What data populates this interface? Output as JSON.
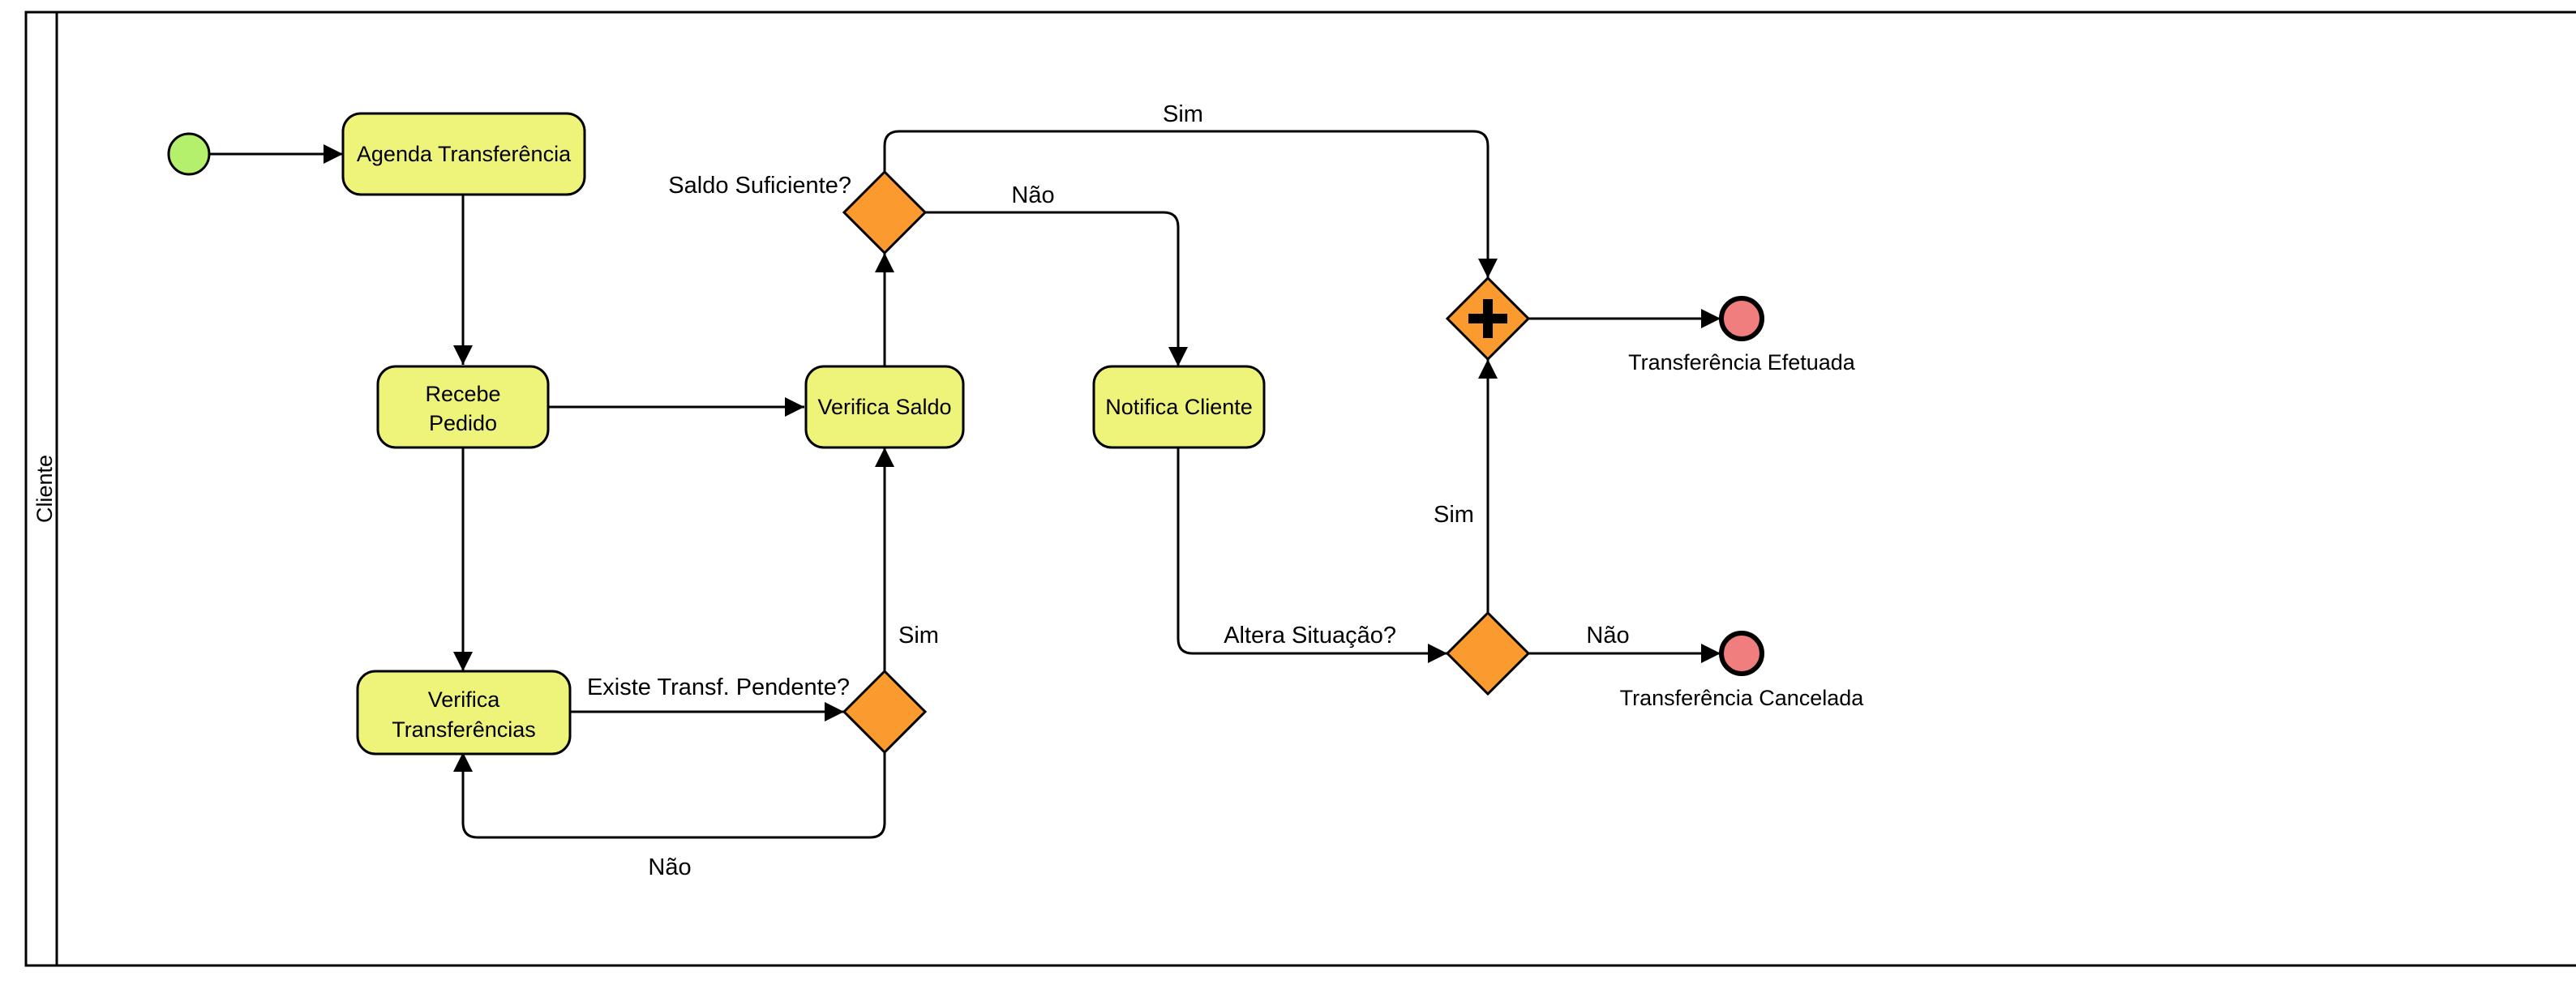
{
  "colors": {
    "task_fill": "#eef47a",
    "gateway_fill": "#fb9a2e",
    "start_fill": "#b5f06c",
    "end_fill": "#f07e7e",
    "stroke": "#000000"
  },
  "lane": {
    "label": "Cliente"
  },
  "tasks": {
    "agenda": {
      "line1": "Agenda Transferência"
    },
    "recebe": {
      "line1": "Recebe",
      "line2": "Pedido"
    },
    "verifica_saldo": {
      "line1": "Verifica Saldo"
    },
    "notifica": {
      "line1": "Notifica Cliente"
    },
    "verifica_transf": {
      "line1": "Verifica",
      "line2": "Transferências"
    }
  },
  "gateways": {
    "saldo": {
      "label": "Saldo Suficiente?"
    },
    "pendente": {
      "label": "Existe Transf. Pendente?"
    },
    "altera": {
      "label": "Altera Situação?"
    },
    "parallel": {
      "icon": "plus-icon"
    }
  },
  "events": {
    "efetuada": {
      "label": "Transferência Efetuada"
    },
    "cancelada": {
      "label": "Transferência Cancelada"
    }
  },
  "flow_labels": {
    "saldo_sim": "Sim",
    "saldo_nao": "Não",
    "pendente_sim": "Sim",
    "pendente_nao": "Não",
    "altera_sim": "Sim",
    "altera_nao": "Não"
  }
}
